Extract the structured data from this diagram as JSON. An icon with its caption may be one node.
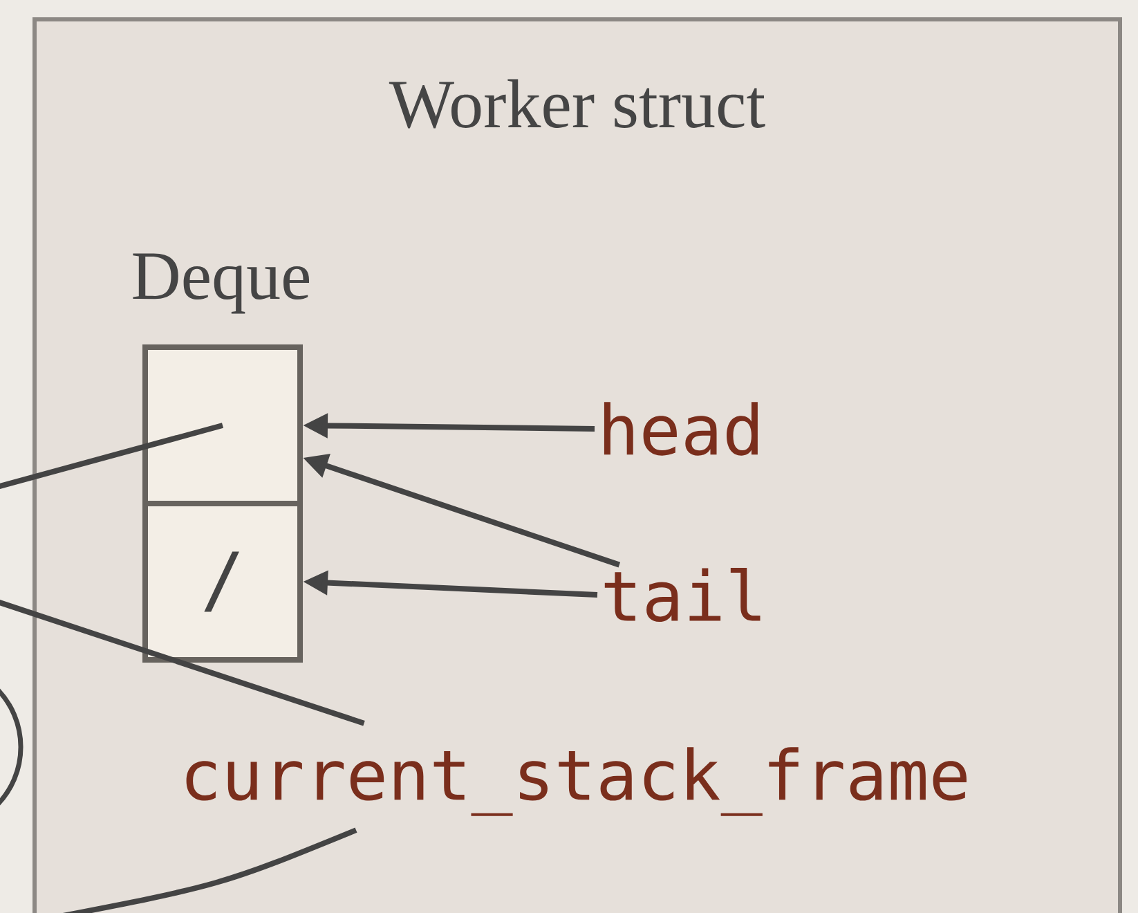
{
  "diagram": {
    "nodes": [
      {
        "text": [
          "Worker struct"
        ]
      },
      {
        "text": [],
        "shape": "box",
        "in": 0
      },
      {
        "text": [
          "/"
        ],
        "in": 0
      },
      {
        "text": [
          "head"
        ],
        "in": 0
      },
      {
        "text": [
          "tail"
        ],
        "in": 0
      },
      {
        "text": [
          "current_stack_frame"
        ],
        "in": 0
      },
      {
        "text": [],
        "shape": "circle"
      }
    ],
    "edges": [
      {
        "from": 3,
        "to": 1,
        "arrow": "to"
      },
      {
        "from": 4,
        "to": 1,
        "arrow": "to"
      },
      {
        "from": 4,
        "to": 2,
        "arrow": "to"
      },
      {
        "from": null,
        "to": 1,
        "arrow": "none"
      },
      {
        "from": null,
        "to": 5,
        "arrow": "none"
      },
      {
        "from": 5,
        "to": null,
        "arrow": "none"
      }
    ],
    "labels": [
      "Deque"
    ]
  }
}
